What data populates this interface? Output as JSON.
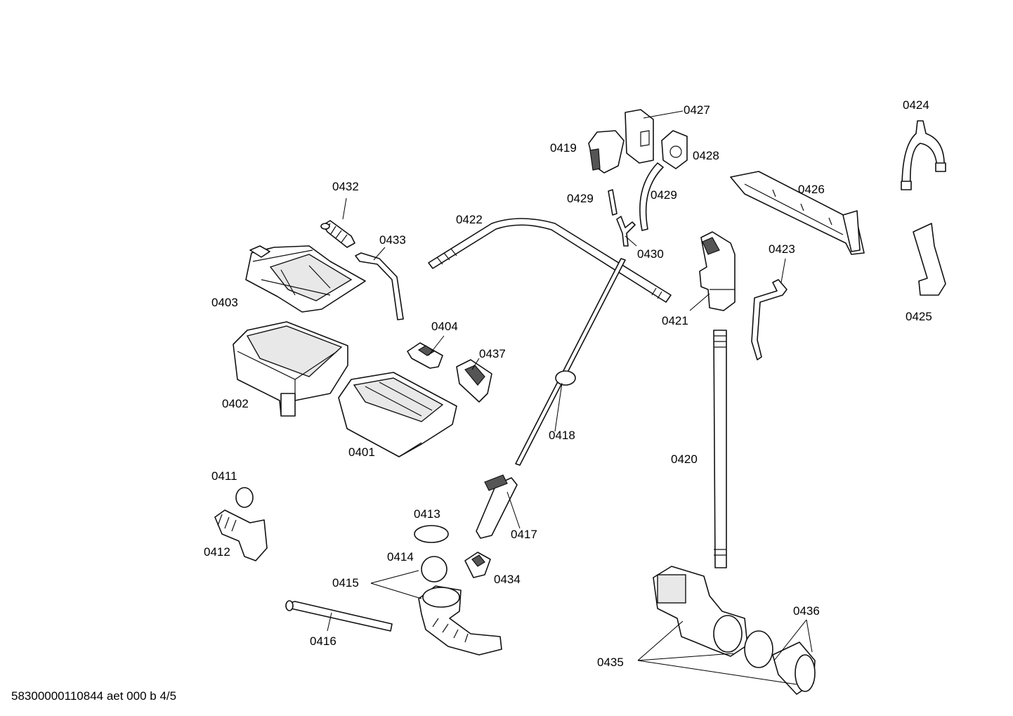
{
  "footer": "58300000110844 aet 000 b 4/5",
  "labels": {
    "p0401": "0401",
    "p0402": "0402",
    "p0403": "0403",
    "p0404": "0404",
    "p0411": "0411",
    "p0412": "0412",
    "p0413": "0413",
    "p0414": "0414",
    "p0415": "0415",
    "p0416": "0416",
    "p0417": "0417",
    "p0418": "0418",
    "p0419": "0419",
    "p0420": "0420",
    "p0421": "0421",
    "p0422": "0422",
    "p0423": "0423",
    "p0424": "0424",
    "p0425": "0425",
    "p0426": "0426",
    "p0427": "0427",
    "p0428": "0428",
    "p0429a": "0429",
    "p0429b": "0429",
    "p0430": "0430",
    "p0432": "0432",
    "p0433": "0433",
    "p0434": "0434",
    "p0435": "0435",
    "p0436": "0436",
    "p0437": "0437"
  }
}
